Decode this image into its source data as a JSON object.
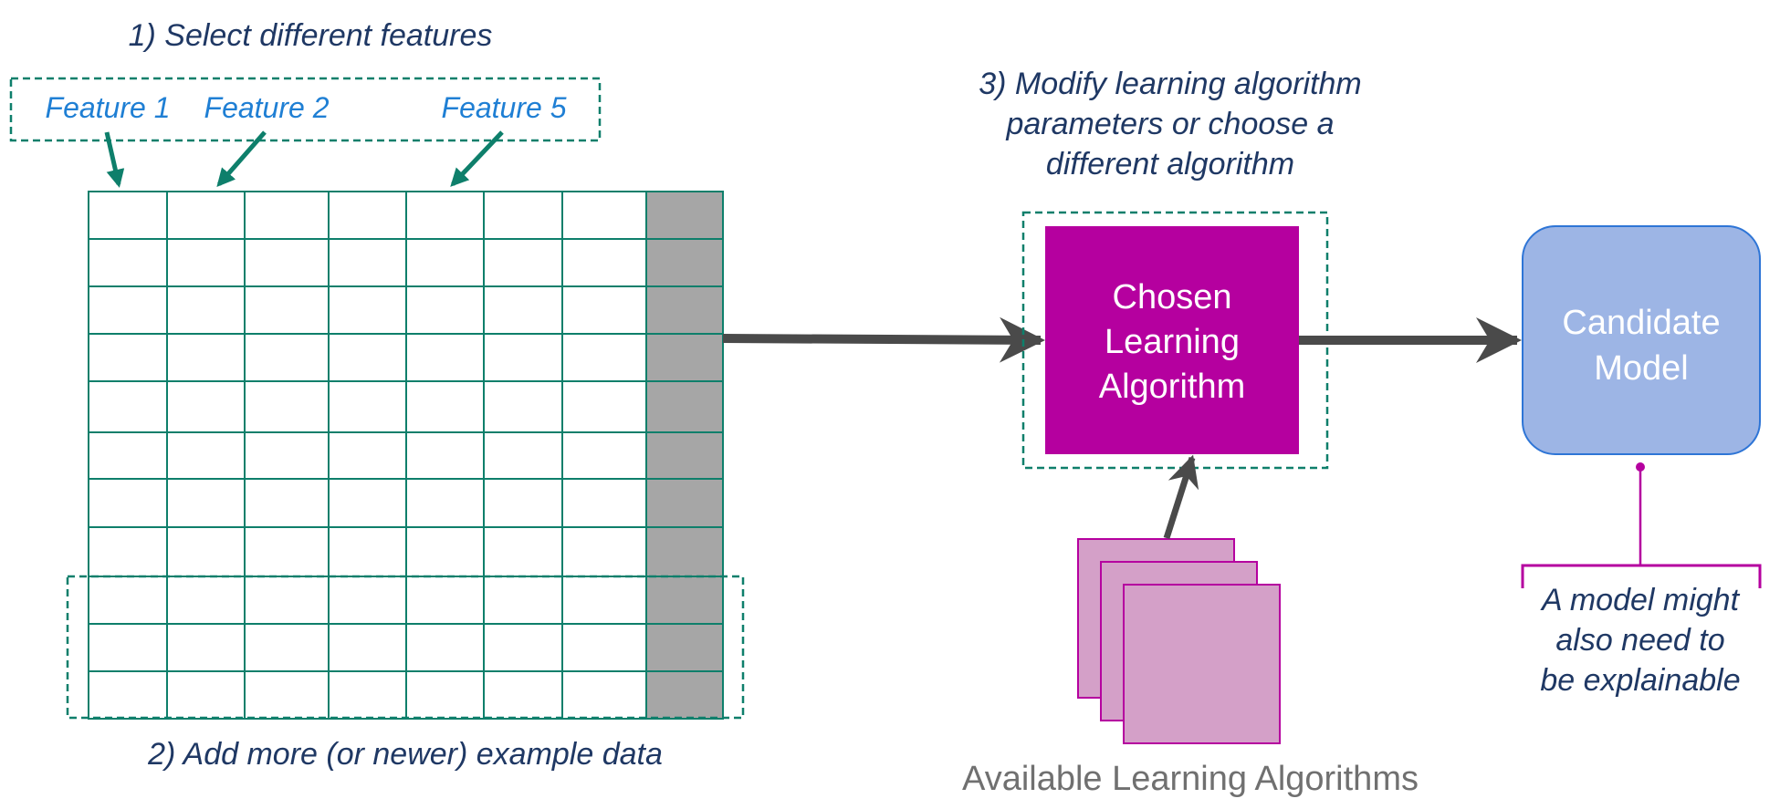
{
  "step1": {
    "label": "1) Select different features"
  },
  "features": [
    "Feature 1",
    "Feature 2",
    "Feature 5"
  ],
  "step2": {
    "label": "2) Add more (or newer) example data"
  },
  "step3": {
    "lines": [
      "3) Modify learning algorithm",
      "parameters or choose a",
      "different algorithm"
    ]
  },
  "algorithm": {
    "lines": [
      "Chosen",
      "Learning",
      "Algorithm"
    ]
  },
  "available": {
    "label": "Available Learning Algorithms"
  },
  "model": {
    "lines": [
      "Candidate",
      "Model"
    ]
  },
  "note": {
    "lines": [
      "A model might",
      "also need to",
      "be explainable"
    ]
  },
  "colors": {
    "teal": "#0e7f6b",
    "feature_blue": "#1f7fd4",
    "navy_text": "#1f3864",
    "magenta": "#b5009f",
    "light_magenta": "#d4a0c8",
    "model_fill": "#9db5e5",
    "model_border": "#2e75d6",
    "arrow_gray": "#4a4a4a",
    "label_column_gray": "#a6a6a6"
  }
}
